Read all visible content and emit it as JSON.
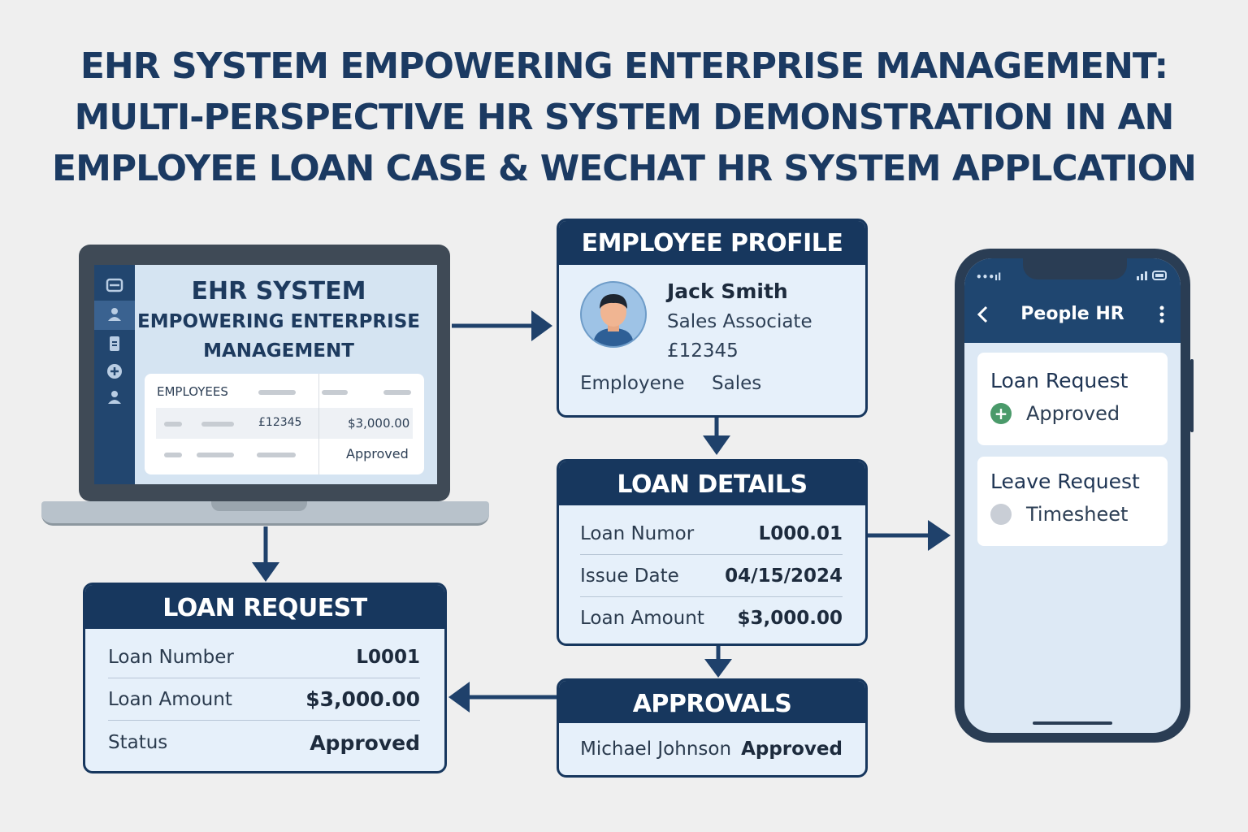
{
  "title": {
    "line1": "EHR SYSTEM EMPOWERING ENTERPRISE MANAGEMENT:",
    "line2": "MULTI-PERSPECTIVE HR SYSTEM DEMONSTRATION IN AN",
    "line3": "EMPLOYEE LOAN CASE & WECHAT HR SYSTEM APPLCATION"
  },
  "laptop": {
    "title1": "EHR SYSTEM",
    "title2": "EMPOWERING ENTERPRISE",
    "title3": "MANAGEMENT",
    "table": {
      "header": "EMPLOYEES",
      "id": "£12345",
      "amount": "$3,000.00",
      "status": "Approved"
    },
    "sidebar_icons": [
      "menu-icon",
      "user-icon",
      "document-icon",
      "add-icon",
      "user-icon"
    ]
  },
  "employee_profile": {
    "header": "EMPLOYEE PROFILE",
    "name": "Jack Smith",
    "role": "Sales Associate",
    "id": "£12345",
    "type": "Employene",
    "department": "Sales"
  },
  "loan_details": {
    "header": "LOAN DETAILS",
    "rows": [
      {
        "label": "Loan Numor",
        "value": "L000.01"
      },
      {
        "label": "Issue Date",
        "value": "04/15/2024"
      },
      {
        "label": "Loan Amount",
        "value": "$3,000.00"
      }
    ]
  },
  "approvals": {
    "header": "APPROVALS",
    "approver": "Michael Johnson",
    "status": "Approved"
  },
  "loan_request": {
    "header": "LOAN REQUEST",
    "rows": [
      {
        "label": "Loan Number",
        "value": "L0001"
      },
      {
        "label": "Loan Amount",
        "value": "$3,000.00"
      },
      {
        "label": "Status",
        "value": "Approved"
      }
    ]
  },
  "phone": {
    "app_title": "People HR",
    "cards": [
      {
        "title": "Loan Request",
        "status": "Approved",
        "status_color": "#4a9a6a"
      },
      {
        "title": "Leave Request",
        "status": "Timesheet",
        "status_color": "#c9ced6"
      }
    ]
  },
  "colors": {
    "navy": "#17375e",
    "card_bg": "#e6f0fa",
    "background": "#efefef"
  }
}
